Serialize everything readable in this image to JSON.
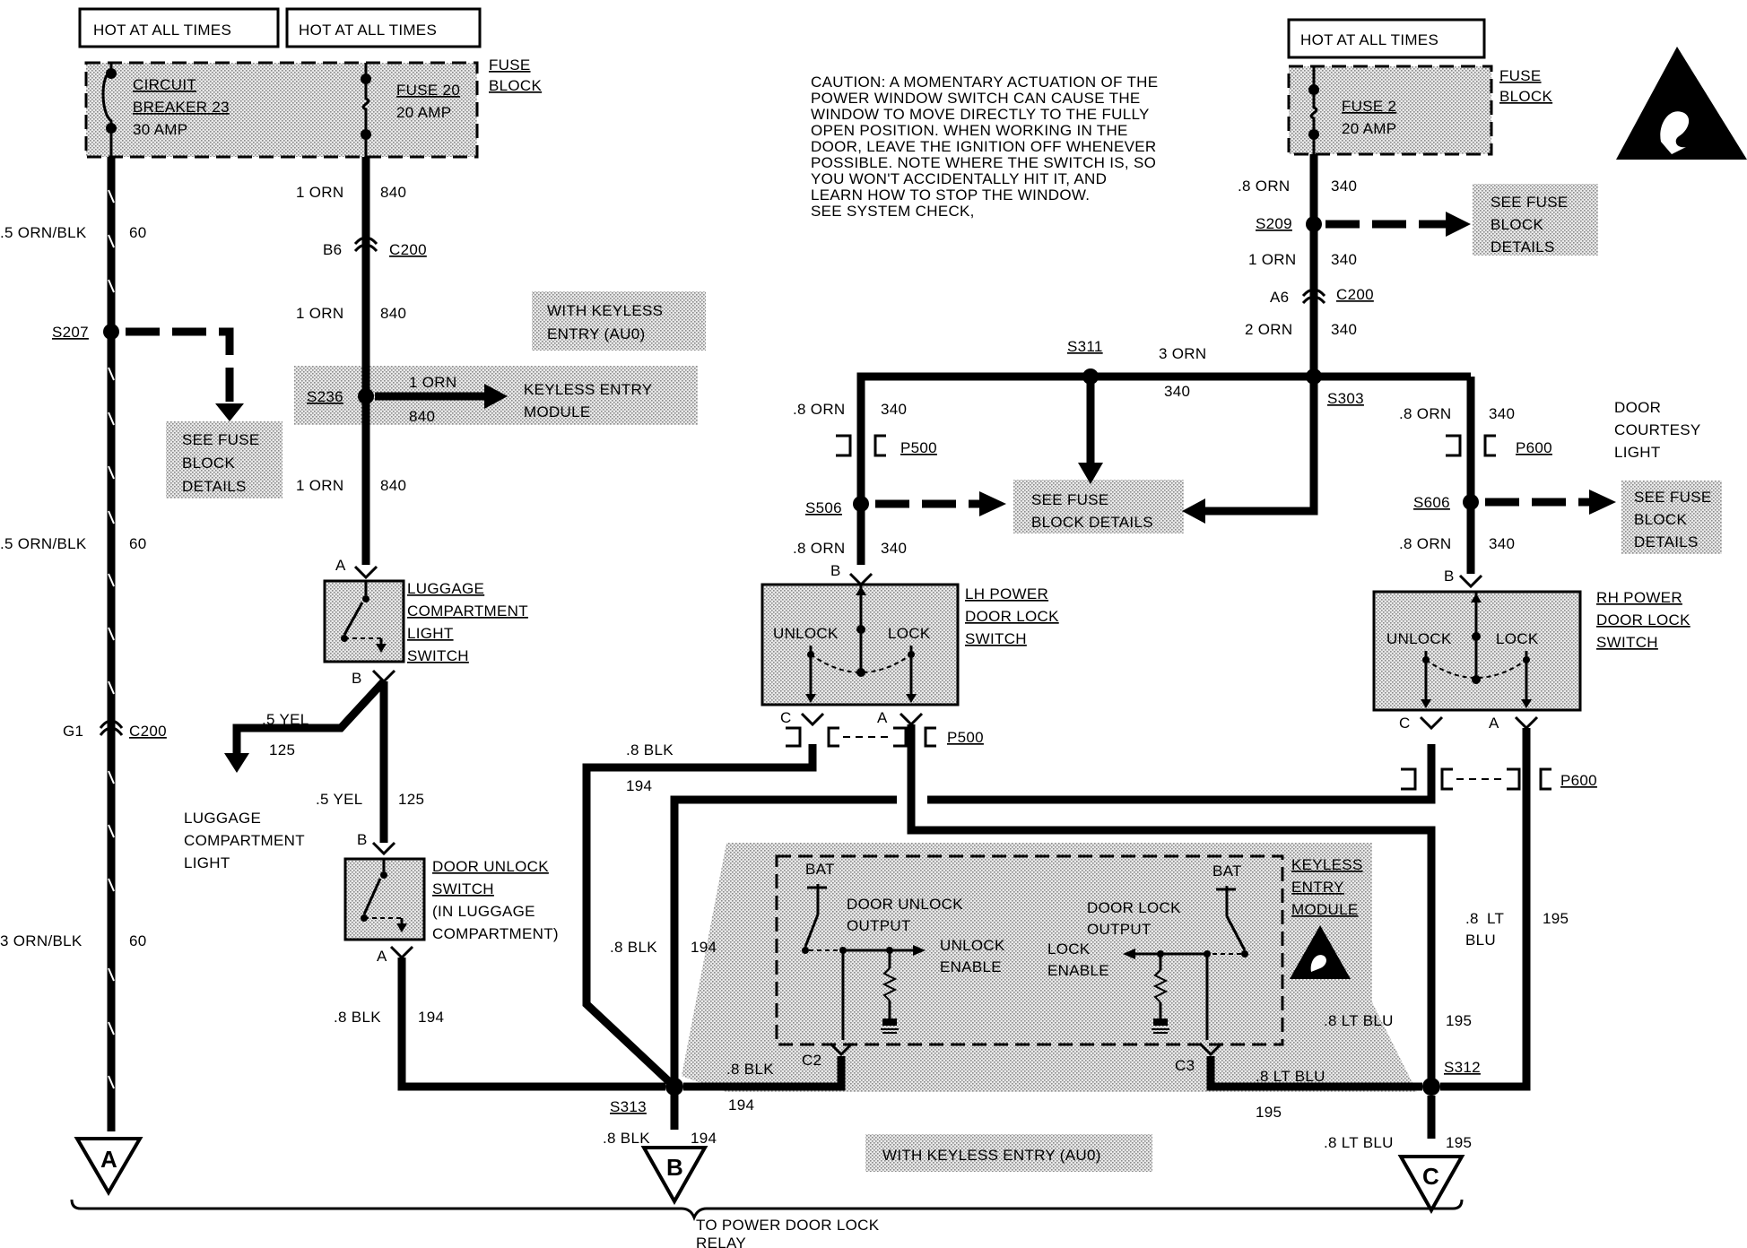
{
  "power": {
    "hot1": "HOT AT ALL TIMES",
    "hot2": "HOT AT ALL TIMES",
    "hot3": "HOT AT ALL TIMES",
    "fuse_block1": [
      "FUSE",
      "BLOCK"
    ],
    "fuse_block2": [
      "FUSE",
      "BLOCK"
    ],
    "cb23": [
      "CIRCUIT",
      "BREAKER 23",
      "30 AMP"
    ],
    "fuse20": [
      "FUSE 20",
      "20 AMP"
    ],
    "fuse2": [
      "FUSE 2",
      "20 AMP"
    ]
  },
  "caution": [
    "CAUTION: A MOMENTARY ACTUATION OF THE",
    "POWER WINDOW SWITCH CAN CAUSE THE",
    "WINDOW TO MOVE DIRECTLY TO THE FULLY",
    "OPEN POSITION. WHEN WORKING IN THE",
    "DOOR, LEAVE THE IGNITION OFF WHENEVER",
    "POSSIBLE. NOTE WHERE THE SWITCH IS, SO",
    "YOU WON'T ACCIDENTALLY HIT IT, AND",
    "LEARN HOW TO STOP THE WINDOW.",
    "SEE SYSTEM CHECK,"
  ],
  "wires": {
    "w5orn_a": ".5 ORN/BLK",
    "w5orn_b": ".5 ORN/BLK",
    "w3orn": "3 ORN/BLK",
    "c60": "60",
    "w1orn": "1 ORN",
    "c840": "840",
    "w8orn": ".8 ORN",
    "w2orn": "2 ORN",
    "w3orn_s": "3 ORN",
    "c340": "340",
    "w5yel": ".5 YEL",
    "c125": "125",
    "w8blk": ".8 BLK",
    "c194": "194",
    "w8ltblu": ".8 LT BLU",
    "w8ltblu_b": "LT",
    "w8ltblu_c": "BLU",
    "c195": "195",
    "w8_prefix": ".8"
  },
  "splices": {
    "s207": "S207",
    "s236": "S236",
    "s209": "S209",
    "s311": "S311",
    "s303": "S303",
    "s506": "S506",
    "s606": "S606",
    "s313": "S313",
    "s312": "S312"
  },
  "connectors": {
    "c200": "C200",
    "b6": "B6",
    "a6": "A6",
    "g1": "G1",
    "p500": "P500",
    "p600": "P600",
    "pin_a": "A",
    "pin_b": "B",
    "pin_c": "C",
    "pin_c2": "C2",
    "pin_c3": "C3"
  },
  "notes": {
    "with_keyless": [
      "WITH KEYLESS",
      "ENTRY (AU0)"
    ],
    "with_keyless_bottom": "WITH KEYLESS ENTRY (AU0)",
    "see_fuse": [
      "SEE FUSE",
      "BLOCK",
      "DETAILS"
    ],
    "see_fuse_mid": [
      "SEE FUSE",
      "BLOCK DETAILS"
    ],
    "keyless_module_ref": [
      "KEYLESS ENTRY",
      "MODULE"
    ],
    "door_courtesy": [
      "DOOR",
      "COURTESY",
      "LIGHT"
    ],
    "luggage_light": [
      "LUGGAGE",
      "COMPARTMENT",
      "LIGHT"
    ],
    "bottom_label": [
      "TO POWER DOOR LOCK",
      "RELAY"
    ]
  },
  "components": {
    "lug_switch": [
      "LUGGAGE",
      "COMPARTMENT",
      "LIGHT",
      "SWITCH"
    ],
    "door_unlock_switch": [
      "DOOR UNLOCK",
      "SWITCH"
    ],
    "door_unlock_sub": [
      "(IN LUGGAGE",
      "COMPARTMENT)"
    ],
    "lh_switch": [
      "LH POWER",
      "DOOR LOCK",
      "SWITCH"
    ],
    "rh_switch": [
      "RH POWER",
      "DOOR LOCK",
      "SWITCH"
    ],
    "unlock": "UNLOCK",
    "lock": "LOCK",
    "keyless_module": [
      "KEYLESS",
      "ENTRY",
      "MODULE"
    ],
    "bat": "BAT",
    "door_unlock_output": [
      "DOOR UNLOCK",
      "OUTPUT"
    ],
    "door_lock_output": [
      "DOOR LOCK",
      "OUTPUT"
    ],
    "unlock_enable": [
      "UNLOCK",
      "ENABLE"
    ],
    "lock_enable": [
      "LOCK",
      "ENABLE"
    ]
  },
  "terminals": {
    "a": "A",
    "b": "B",
    "c": "C"
  }
}
